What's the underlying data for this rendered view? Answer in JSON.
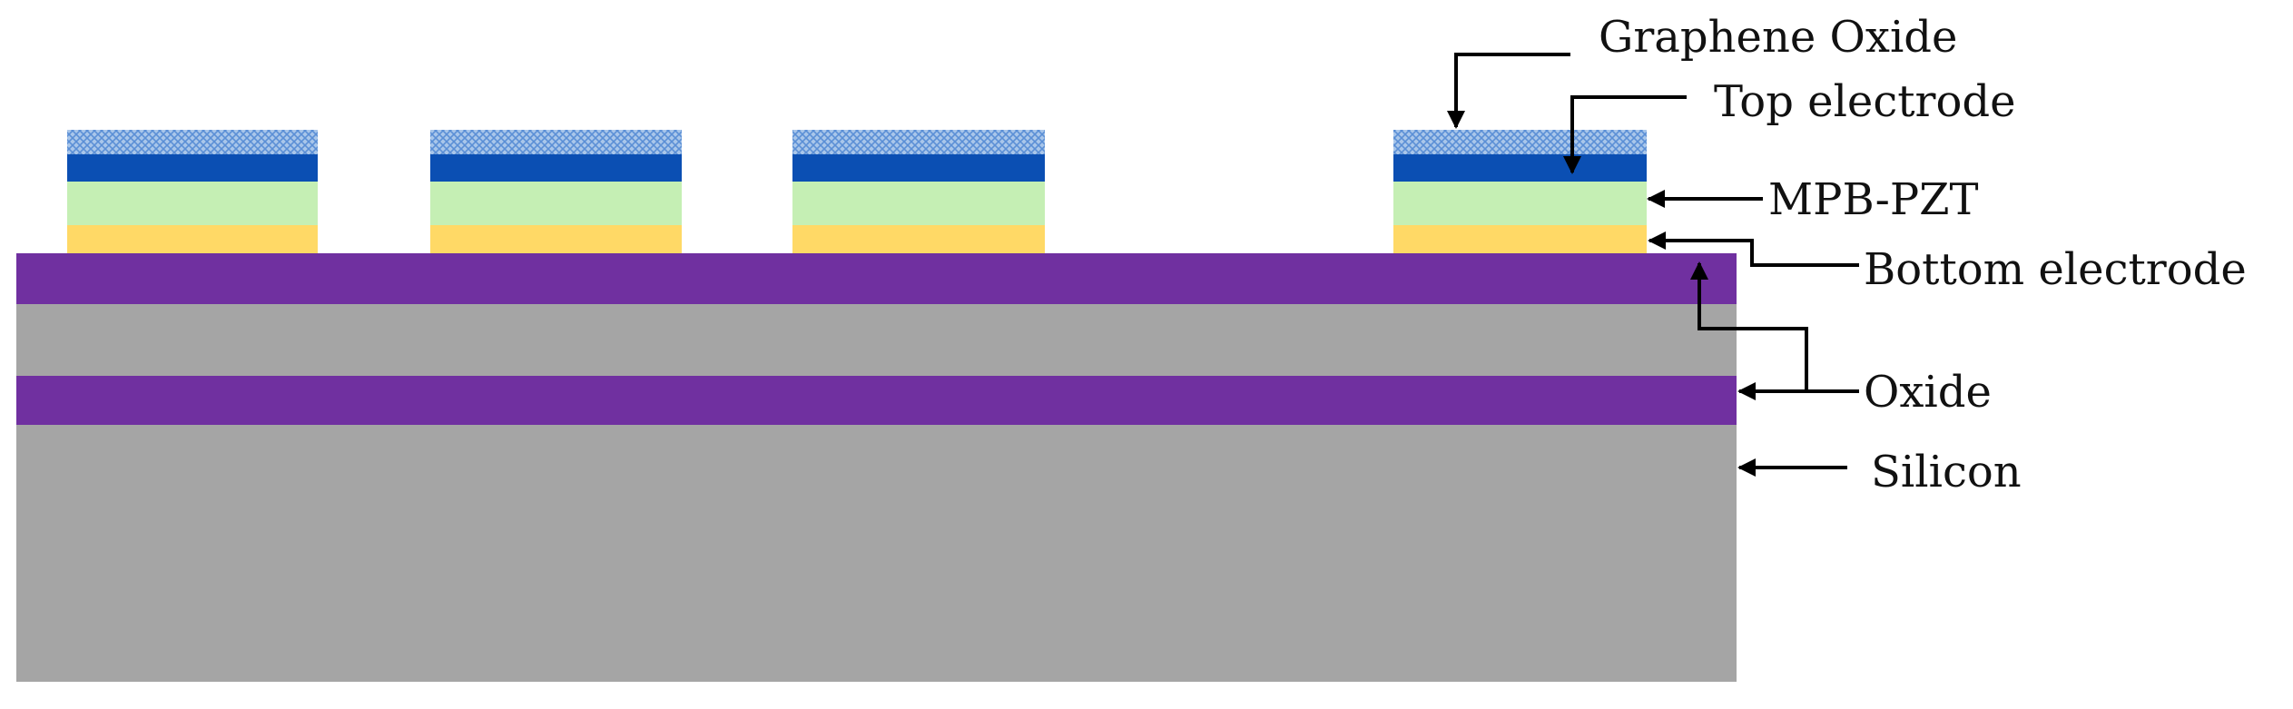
{
  "labels": {
    "graphene_oxide": "Graphene Oxide",
    "top_electrode": "Top electrode",
    "mpb_pzt": "MPB-PZT",
    "bottom_electrode": "Bottom electrode",
    "oxide": "Oxide",
    "silicon": "Silicon"
  },
  "colors": {
    "silicon": "#a5a5a5",
    "oxide": "#7030a0",
    "bottom_electrode": "#ffd966",
    "mpb_pzt": "#c5efb4",
    "top_electrode": "#0b4fb3",
    "graphene_oxide": "#a9c6ea",
    "graphene_oxide_pattern": "#5b8fd6",
    "arrow": "#000000"
  },
  "stack": {
    "device_count": 4,
    "layers_bottom_to_top": [
      "Silicon",
      "Oxide",
      "Silicon",
      "Oxide",
      "Bottom electrode",
      "MPB-PZT",
      "Top electrode",
      "Graphene Oxide"
    ]
  }
}
